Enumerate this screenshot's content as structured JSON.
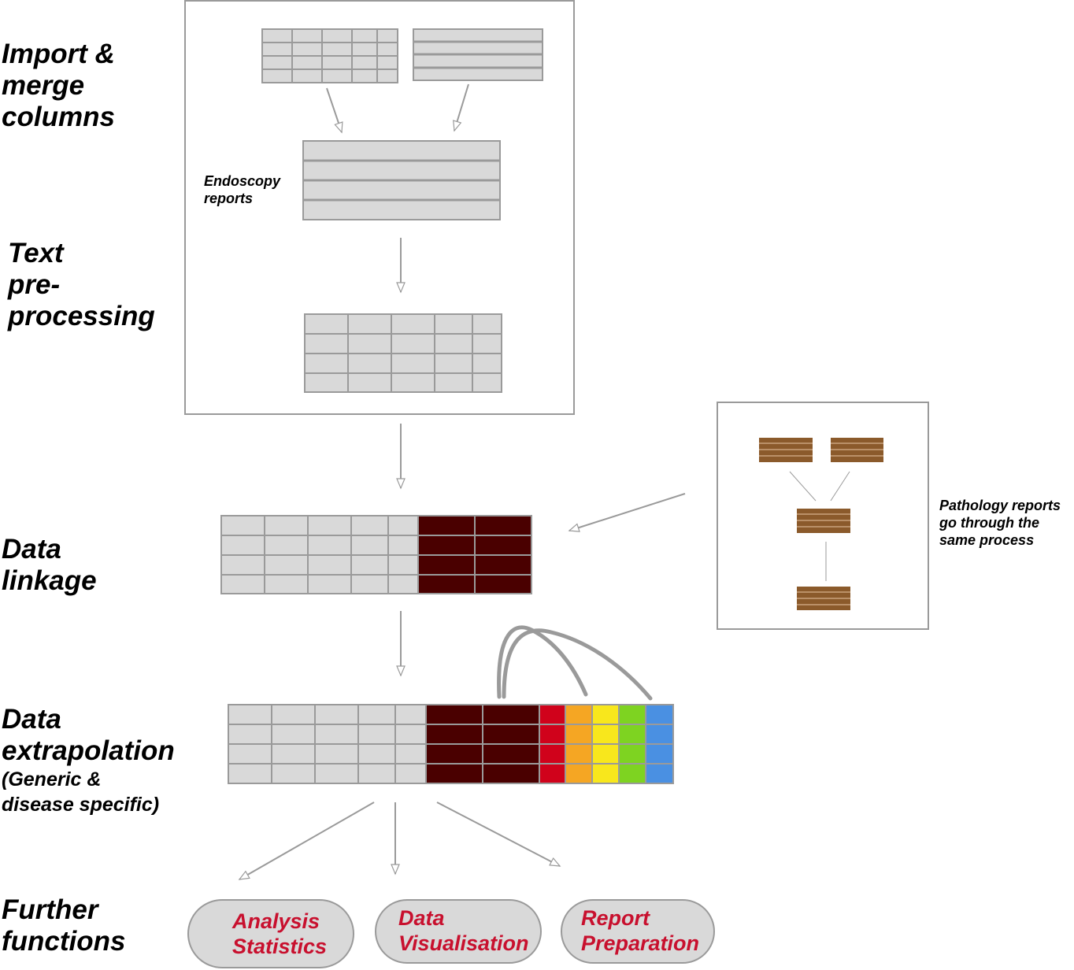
{
  "stages": {
    "import": [
      "Import &",
      "merge",
      "columns"
    ],
    "text": [
      "Text",
      "pre-",
      "processing"
    ],
    "linkage": [
      "Data",
      "linkage"
    ],
    "extrapolation": [
      "Data",
      "extrapolation"
    ],
    "extrapolation_sub": [
      "(Generic &",
      "disease specific)"
    ],
    "further": [
      "Further",
      "functions"
    ]
  },
  "notes": {
    "endoscopy": [
      "Endoscopy",
      "reports"
    ],
    "pathology": [
      "Pathology reports",
      "go through the",
      "same process"
    ]
  },
  "functions": [
    {
      "lines": [
        "Analysis",
        "Statistics"
      ]
    },
    {
      "lines": [
        "Data",
        "Visualisation"
      ]
    },
    {
      "lines": [
        "Report",
        "Preparation"
      ]
    }
  ],
  "colors": {
    "table_fill": "#d9d9d9",
    "table_line": "#9a9a9a",
    "linked_columns": "#4a0000",
    "pathology_tables": "#8b5a2b",
    "function_text": "#c8102e",
    "extrapolated_columns": [
      "#d0021b",
      "#f5a623",
      "#f8e71c",
      "#7ed321",
      "#4a90e2"
    ]
  }
}
